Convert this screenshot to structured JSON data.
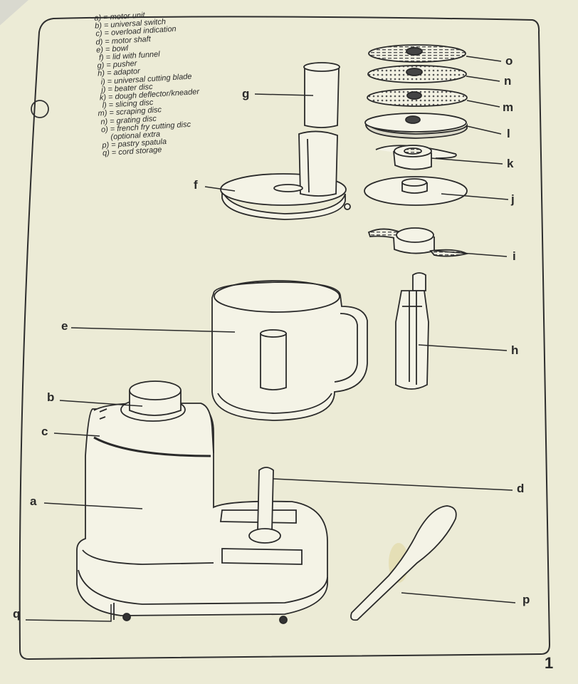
{
  "legend": [
    {
      "key": "a)",
      "text": "= motor unit"
    },
    {
      "key": "b)",
      "text": "= universal switch"
    },
    {
      "key": "c)",
      "text": "= overload indication"
    },
    {
      "key": "d)",
      "text": "= motor shaft"
    },
    {
      "key": "e)",
      "text": "= bowl"
    },
    {
      "key": "f)",
      "text": "= lid with funnel"
    },
    {
      "key": "g)",
      "text": "= pusher"
    },
    {
      "key": "h)",
      "text": "= adaptor"
    },
    {
      "key": "i)",
      "text": "= universal cutting blade"
    },
    {
      "key": "j)",
      "text": "= beater disc"
    },
    {
      "key": "k)",
      "text": "= dough deflector/kneader"
    },
    {
      "key": "l)",
      "text": "= slicing disc"
    },
    {
      "key": "m)",
      "text": "= scraping disc"
    },
    {
      "key": "n)",
      "text": "= grating disc"
    },
    {
      "key": "o)",
      "text": "= french fry cutting disc"
    },
    {
      "key": "",
      "text": "(optional extra"
    },
    {
      "key": "p)",
      "text": "= pastry spatula"
    },
    {
      "key": "q)",
      "text": "= cord storage"
    }
  ],
  "labels": {
    "a": "a",
    "b": "b",
    "c": "c",
    "d": "d",
    "e": "e",
    "f": "f",
    "g": "g",
    "h": "h",
    "i": "i",
    "j": "j",
    "k": "k",
    "l": "l",
    "m": "m",
    "n": "n",
    "o": "o",
    "p": "p",
    "q": "q"
  },
  "page_number": "1",
  "colors": {
    "paper": "#ecebd6",
    "ink": "#2a2a2a",
    "background": "#d9d9cf"
  }
}
